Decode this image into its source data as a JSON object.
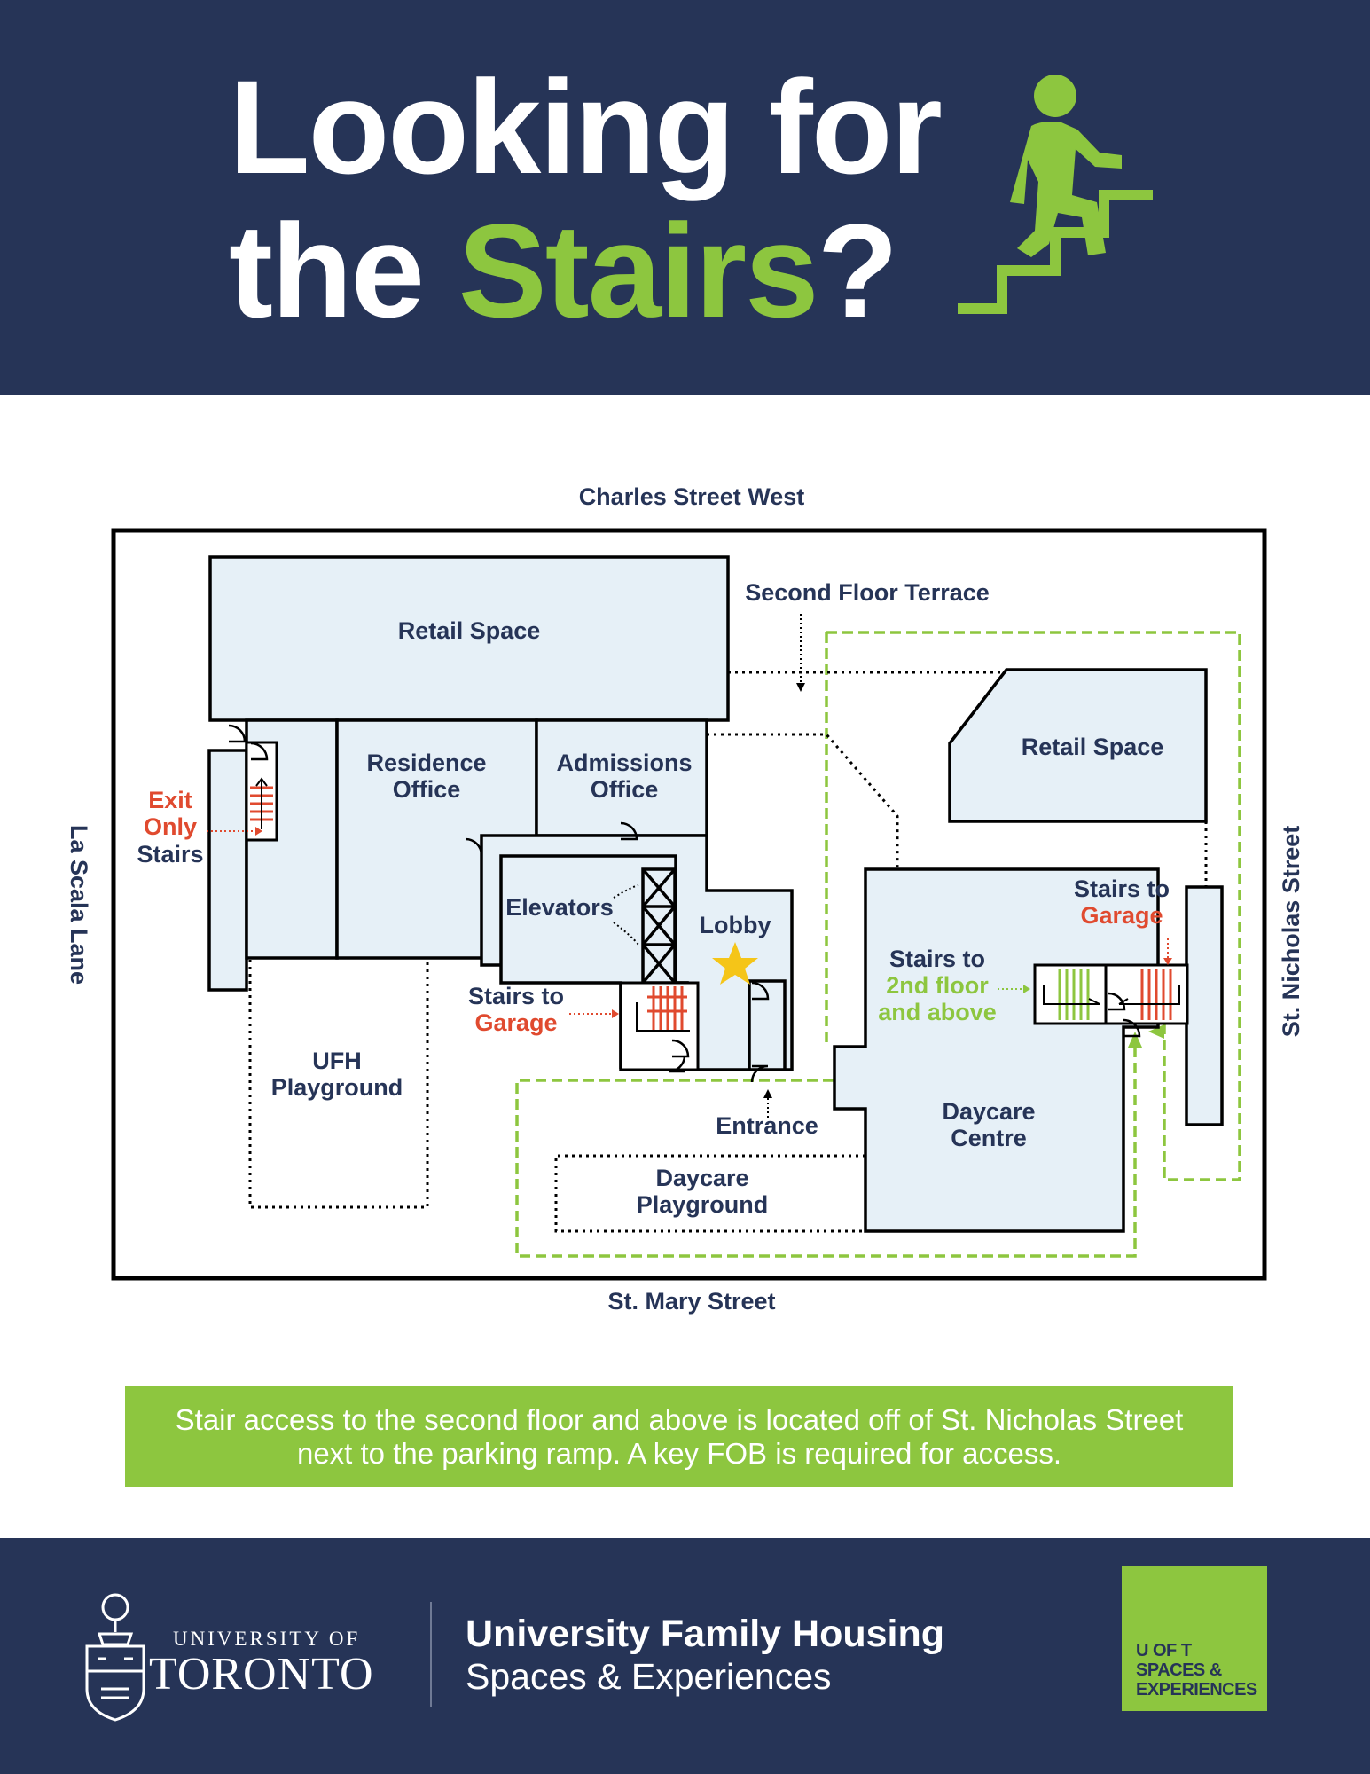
{
  "header": {
    "title_line1": "Looking for",
    "title_line2_prefix": "the ",
    "title_line2_accent": "Stairs",
    "title_line2_suffix": "?",
    "icon": "person-climbing-stairs-icon"
  },
  "map": {
    "streets": {
      "north": "Charles Street West",
      "south": "St. Mary Street",
      "west": "La Scala Lane",
      "east": "St. Nicholas Street"
    },
    "rooms": {
      "retail_space_north": "Retail Space",
      "retail_space_east": "Retail Space",
      "residence_office_1": "Residence",
      "residence_office_2": "Office",
      "admissions_office_1": "Admissions",
      "admissions_office_2": "Office",
      "lobby": "Lobby",
      "elevators": "Elevators",
      "ufh_playground_1": "UFH",
      "ufh_playground_2": "Playground",
      "daycare_playground_1": "Daycare",
      "daycare_playground_2": "Playground",
      "daycare_centre_1": "Daycare",
      "daycare_centre_2": "Centre",
      "entrance": "Entrance",
      "second_floor_terrace": "Second Floor Terrace"
    },
    "stairs": {
      "exit_only_1": "Exit",
      "exit_only_2": "Only",
      "exit_only_3": "Stairs",
      "garage_west_1": "Stairs to",
      "garage_west_2": "Garage",
      "garage_east_1": "Stairs to",
      "garage_east_2": "Garage",
      "second_floor_1": "Stairs to",
      "second_floor_2": "2nd floor",
      "second_floor_3": "and above"
    },
    "colors": {
      "navy": "#263457",
      "green": "#8dc63f",
      "red": "#e04a2f",
      "room_fill": "#e6f0f7",
      "star": "#f5c518"
    }
  },
  "notice": {
    "text": "Stair access to the second floor and above is located off of St. Nicholas Street next to the parking ramp. A key FOB is required for access."
  },
  "footer": {
    "university_line1": "UNIVERSITY OF",
    "university_line2": "TORONTO",
    "department": "University Family Housing",
    "department_sub": "Spaces & Experiences",
    "badge_line1": "U OF T",
    "badge_line2": "SPACES &",
    "badge_line3": "EXPERIENCES"
  }
}
